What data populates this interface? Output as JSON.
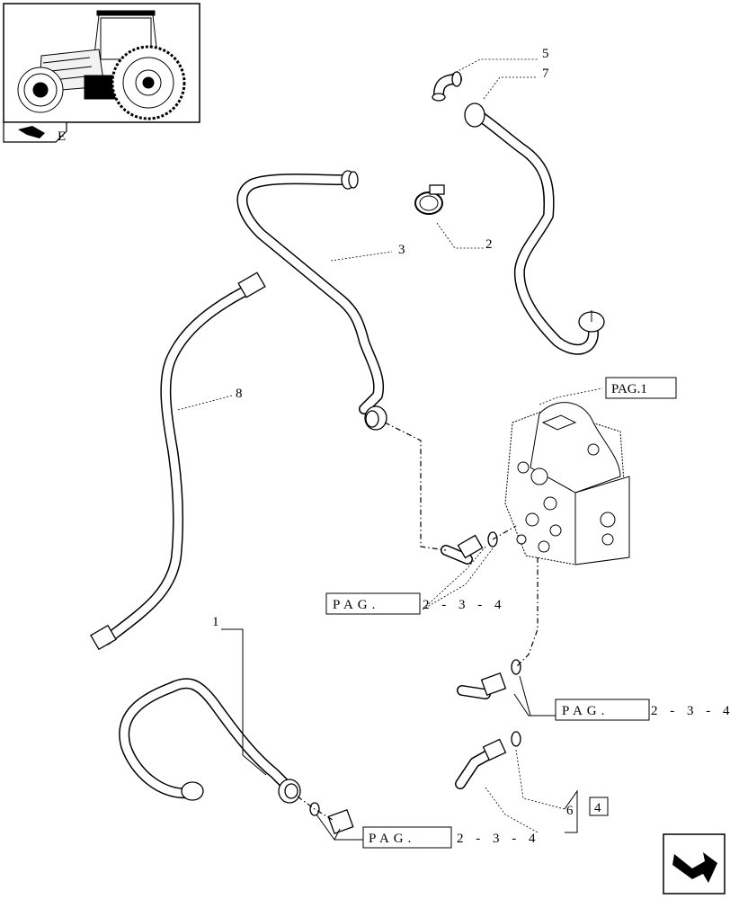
{
  "labels": {
    "part_1": "1",
    "part_2": "2",
    "part_3": "3",
    "part_5": "5",
    "part_7": "7",
    "part_8": "8",
    "part_6": "6",
    "part_4": "4"
  },
  "references": {
    "pag_1": "PAG.1",
    "pag_a_box": "PAG.",
    "pag_a_rest": "2 - 3 - 4",
    "pag_b_box": "PAG.",
    "pag_b_rest": "2 - 3 - 4",
    "pag_c_box": "PAG.",
    "pag_c_rest": "2 - 3 - 4"
  },
  "thumbnail": {
    "icon": "tractor-thumbnail-icon"
  },
  "book_tab": {
    "icon": "book-tab-icon",
    "suffix": "E"
  },
  "nav": {
    "icon": "next-page-arrow-icon"
  }
}
